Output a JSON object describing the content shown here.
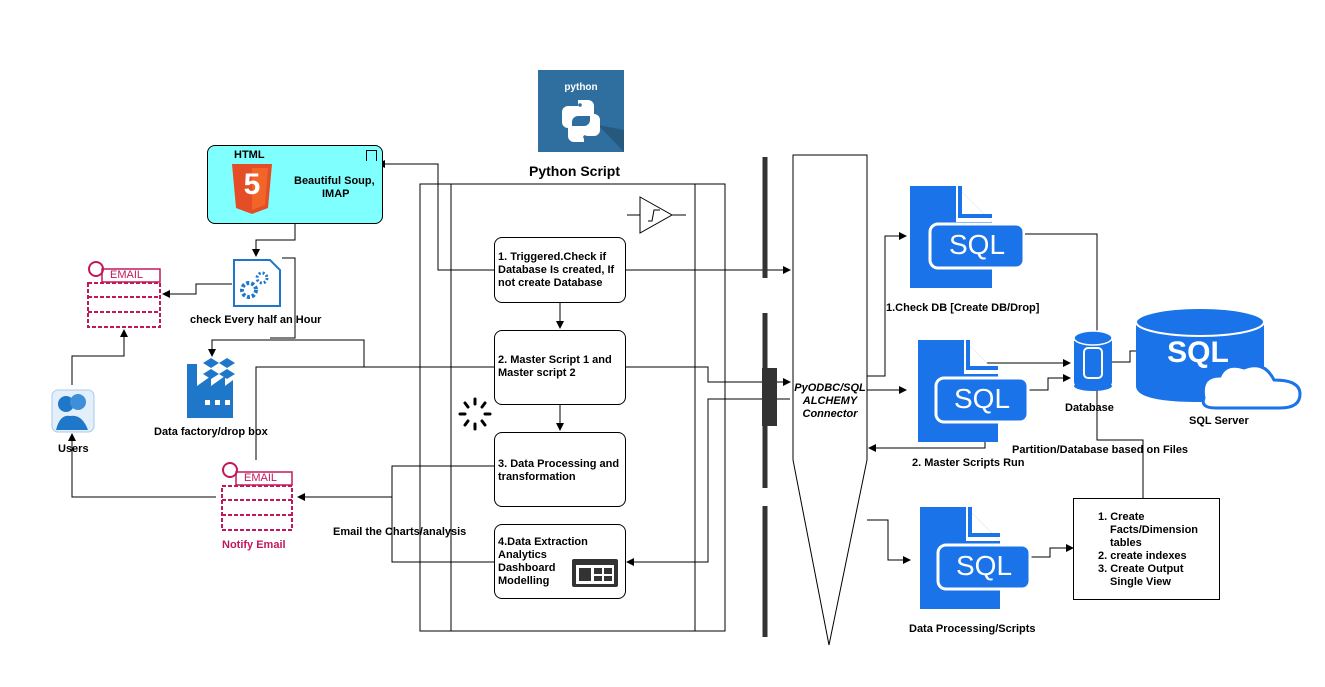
{
  "python": {
    "logo_text": "python",
    "title": "Python Script"
  },
  "html_card": {
    "badge": "HTML",
    "five": "5",
    "text_line1": "Beautiful Soup,",
    "text_line2": "IMAP"
  },
  "check_label": "check Every half an Hour",
  "email_badge": "EMAIL",
  "users_label": "Users",
  "datafactory_label": "Data factory/drop box",
  "notify_label": "Notify Email",
  "email_charts_label": "Email the Charts/analysis",
  "steps": [
    {
      "lines": [
        "1. Triggered.Check if",
        "Database Is created, If",
        "not create Database"
      ]
    },
    {
      "lines": [
        "2. Master Script 1 and",
        "Master script 2"
      ]
    },
    {
      "lines": [
        "3. Data Processing and",
        "transformation"
      ]
    },
    {
      "lines": [
        "4.Data Extraction",
        "Analytics",
        "Dashboard",
        "Modelling"
      ]
    }
  ],
  "connector": {
    "line1": "PyODBC/SQL",
    "line2": "ALCHEMY",
    "line3": "Connector"
  },
  "sql_text": "SQL",
  "sql_labels": {
    "check_db": "1.Check DB [Create DB/Drop]",
    "master_run": "2. Master Scripts Run",
    "processing": "Data Processing/Scripts"
  },
  "database_label": "Database",
  "sql_server_label": "SQL Server",
  "partition_label": "Partition/Database based on Files",
  "tasks": {
    "items": [
      "1. Create",
      "Facts/Dimension",
      "tables",
      "2. create indexes",
      "3. Create Output",
      "Single View"
    ]
  },
  "colors": {
    "sql_blue": "#1a73e8",
    "email_pink": "#c2185b",
    "html_orange": "#e44d26",
    "cyan": "#80ffff"
  }
}
